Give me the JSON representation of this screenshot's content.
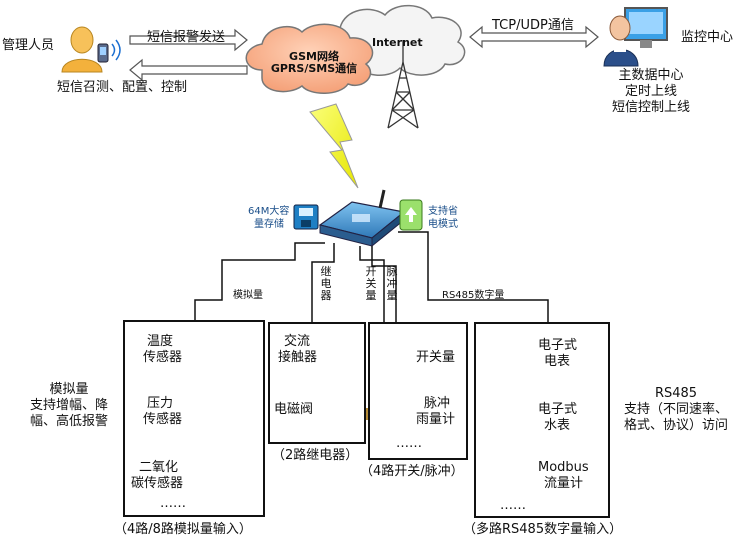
{
  "top": {
    "admin_label": "管理人员",
    "sms_alarm": "短信报警发送",
    "sms_query": "短信召测、配置、控制",
    "gsm_line1": "GSM网络",
    "gsm_line2": "GPRS/SMS通信",
    "internet": "Internet",
    "tcp_udp": "TCP/UDP通信",
    "monitor_label": "监控中心",
    "monitor_desc": [
      "主数据中心",
      "定时上线",
      "短信控制上线"
    ]
  },
  "device": {
    "storage_label": [
      "64M大容",
      "量存储"
    ],
    "power_label": [
      "支持省",
      "电模式"
    ]
  },
  "branches": {
    "analog": "模拟量",
    "relay": "继电器",
    "switch": "开关量",
    "pulse": "脉冲量",
    "rs485": "RS485数字量"
  },
  "groups": {
    "analog": {
      "items": [
        [
          "温度",
          "传感器"
        ],
        [
          "压力",
          "传感器"
        ],
        [
          "二氧化",
          "碳传感器"
        ]
      ],
      "ellipsis": "……",
      "caption": "（4路/8路模拟量输入）"
    },
    "relay": {
      "items": [
        [
          "交流",
          "接触器"
        ],
        [
          "电磁阀"
        ]
      ],
      "caption": "（2路继电器）"
    },
    "switch": {
      "items": [
        [
          "开关量"
        ],
        [
          "脉冲",
          "雨量计"
        ]
      ],
      "ellipsis": "……",
      "caption": "（4路开关/脉冲）"
    },
    "rs485": {
      "items": [
        [
          "电子式",
          "电表"
        ],
        [
          "电子式",
          "水表"
        ],
        [
          "Modbus",
          "流量计"
        ]
      ],
      "ellipsis": "……",
      "caption": "（多路RS485数字量输入）"
    }
  },
  "side": {
    "analog_note": [
      "模拟量",
      "支持增幅、降",
      "幅、高低报警"
    ],
    "rs485_note": [
      "RS485",
      "支持（不同速率、",
      "格式、协议）访问"
    ]
  }
}
